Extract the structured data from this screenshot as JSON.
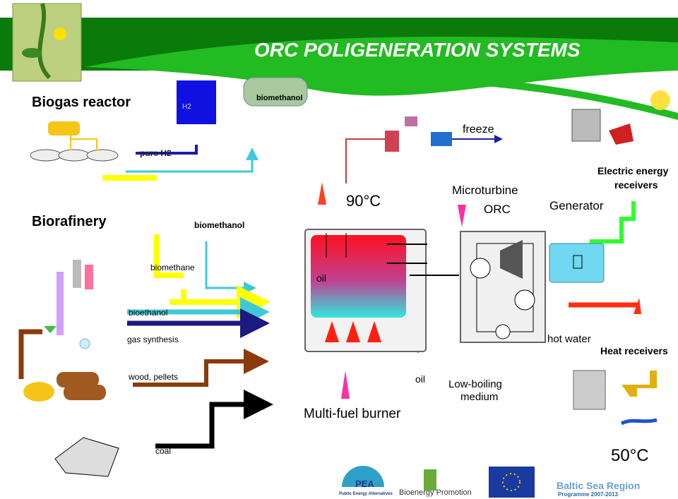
{
  "title": "ORC POLIGENERATION SYSTEMS",
  "labels": {
    "biogas_reactor": "Biogas reactor",
    "biorafinery": "Biorafinery",
    "pure_h2": "pure H2",
    "h2": "H2",
    "biomethanol_tank": "biomethanol",
    "biomethanol": "biomethanol",
    "biomethane": "biomethane",
    "bioethanol": "bioethanol",
    "gas_synthesis": "gas synthesis",
    "wood_pellets": "wood, pellets",
    "coal": "coal",
    "oil_tank": "oil",
    "oil": "oil",
    "multi_fuel_burner": "Multi-fuel burner",
    "temp_hot": "90°C",
    "freeze": "freeze",
    "microturbine": "Microturbine",
    "orc": "ORC",
    "generator": "Generator",
    "electric_1": "Electric energy",
    "electric_2": "receivers",
    "low_boiling_1": "Low-boiling",
    "low_boiling_2": "medium",
    "hot_water": "hot water",
    "heat_receivers": "Heat receivers",
    "temp_cold": "50°C"
  },
  "logos": {
    "pea": "PEA",
    "pea_sub": "Public Energy Alternatives",
    "bioenergy": "Bioenergy Promotion",
    "baltic": "Baltic Sea Region",
    "baltic_sub": "Programme 2007-2013"
  },
  "colors": {
    "green": "#1a9a1a",
    "header": "#0a7a0a",
    "h2": "#1010e0",
    "burner_hot": "#ff1020",
    "burner_cool": "#30e0e0"
  }
}
